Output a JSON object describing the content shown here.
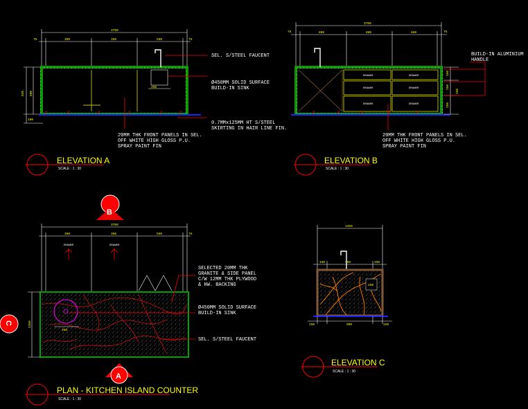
{
  "colors": {
    "background": "#000000",
    "dimension": "#ffff00",
    "cabinet": "#7f5a3a",
    "counter_outline": "#00a000",
    "leader": "#ff0000",
    "granite_vein": "#ff8000",
    "floor": "#2020ff",
    "note_text": "#ffffff"
  },
  "elevation_a": {
    "title": "ELEVATION A",
    "scale": "SCALE : 1 : 30",
    "dims_top": [
      "3700",
      "360",
      "350",
      "560",
      "75",
      "75"
    ],
    "dims_side": [
      "920",
      "800",
      "100"
    ],
    "dim_sink": "450",
    "notes": {
      "faucet": "SEL. S/STEEL FAUCENT",
      "sink_1": "Ø450MM SOLID SURFACE",
      "sink_2": "BUILD-IN SINK",
      "skirting_1": "0.7MMx125MM HT S/STEEL",
      "skirting_2": "SKIRTING IN HAIR LINE FIN.",
      "panel_1": "20MM THK FRONT PANELS IN SEL.",
      "panel_2": "OFF WHITE HIGH GLOSS P.U.",
      "panel_3": "SPRAY PAINT FIN"
    }
  },
  "elevation_b": {
    "title": "ELEVATION B",
    "scale": "SCALE : 1 : 30",
    "dims_top": [
      "3700",
      "75",
      "860",
      "860",
      "860",
      "75"
    ],
    "dims_side": [
      "150",
      "250",
      "250",
      "250"
    ],
    "drawer_label": "DRAWER",
    "notes": {
      "handle_1": "BUILD-IN ALUMINIUM",
      "handle_2": "HANDLE",
      "panel_1": "20MM THK FRONT PANELS IN SEL.",
      "panel_2": "OFF WHITE HIGH GLOSS P.U.",
      "panel_3": "SPRAY PAINT FIN"
    }
  },
  "plan": {
    "title": "PLAN - KITCHEN ISLAND COUNTER",
    "scale": "SCALE : 1 : 30",
    "dims_top": [
      "3700",
      "360",
      "350",
      "560",
      "75"
    ],
    "dim_side": "1350",
    "dim_sink": "450",
    "drawer_label": "DRAWER",
    "section_marks": {
      "top": "B",
      "bottom": "A",
      "left": "C"
    },
    "notes": {
      "granite_1": "SELECTED 20MM THK",
      "granite_2": "GRANITE & SIDE PANEL",
      "granite_3": "C/W 12MM THK PLYWOOD",
      "granite_4": "& HW. BACKING",
      "sink_1": "Ø450MM SOLID SURFACE",
      "sink_2": "BUILD-IN SINK",
      "faucet": "SEL. S/STEEL FAUCENT"
    }
  },
  "elevation_c": {
    "title": "ELEVATION C",
    "scale": "SCALE : 1 : 30",
    "dims_top": [
      "1350",
      "150",
      "450",
      "150"
    ],
    "dims_bottom": [
      "150",
      "900",
      "150"
    ],
    "dim_side": "250"
  }
}
